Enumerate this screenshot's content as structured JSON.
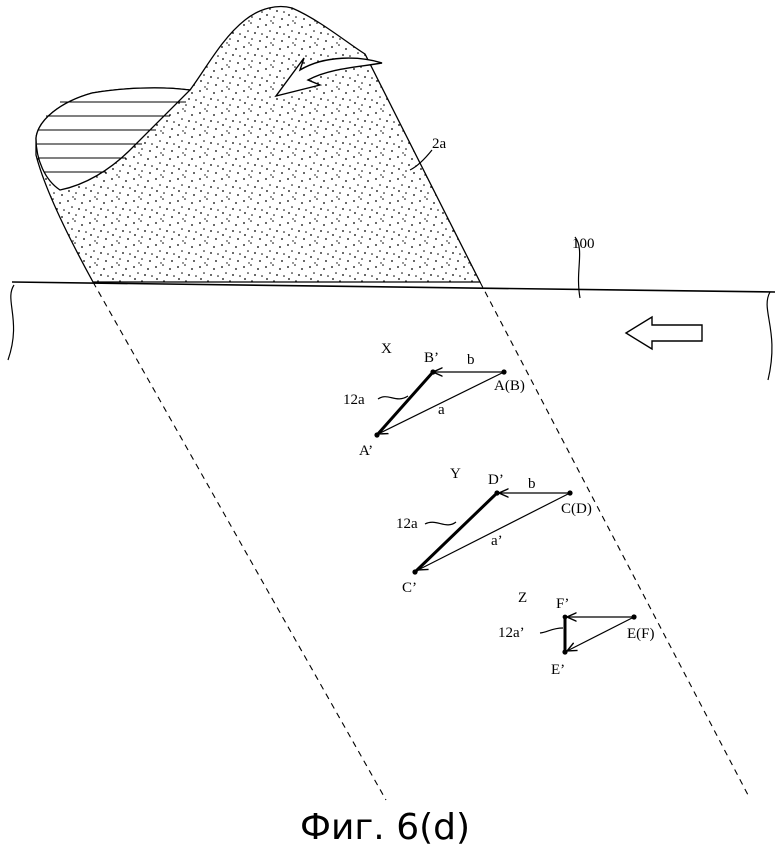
{
  "figure": {
    "caption": "Фиг. 6(d)",
    "labels": {
      "roll": "2a",
      "surface": "100"
    },
    "groups": [
      {
        "id": "X",
        "label": "X",
        "start_point": "A(B)",
        "moved_point": "B’",
        "end_point": "A’",
        "vector_b": "b",
        "vector_a": "a",
        "track": "12a"
      },
      {
        "id": "Y",
        "label": "Y",
        "start_point": "C(D)",
        "moved_point": "D’",
        "end_point": "C’",
        "vector_b": "b",
        "vector_a": "a’",
        "track": "12a"
      },
      {
        "id": "Z",
        "label": "Z",
        "start_point": "E(F)",
        "moved_point": "F’",
        "end_point": "E’",
        "track": "12a’"
      }
    ]
  }
}
